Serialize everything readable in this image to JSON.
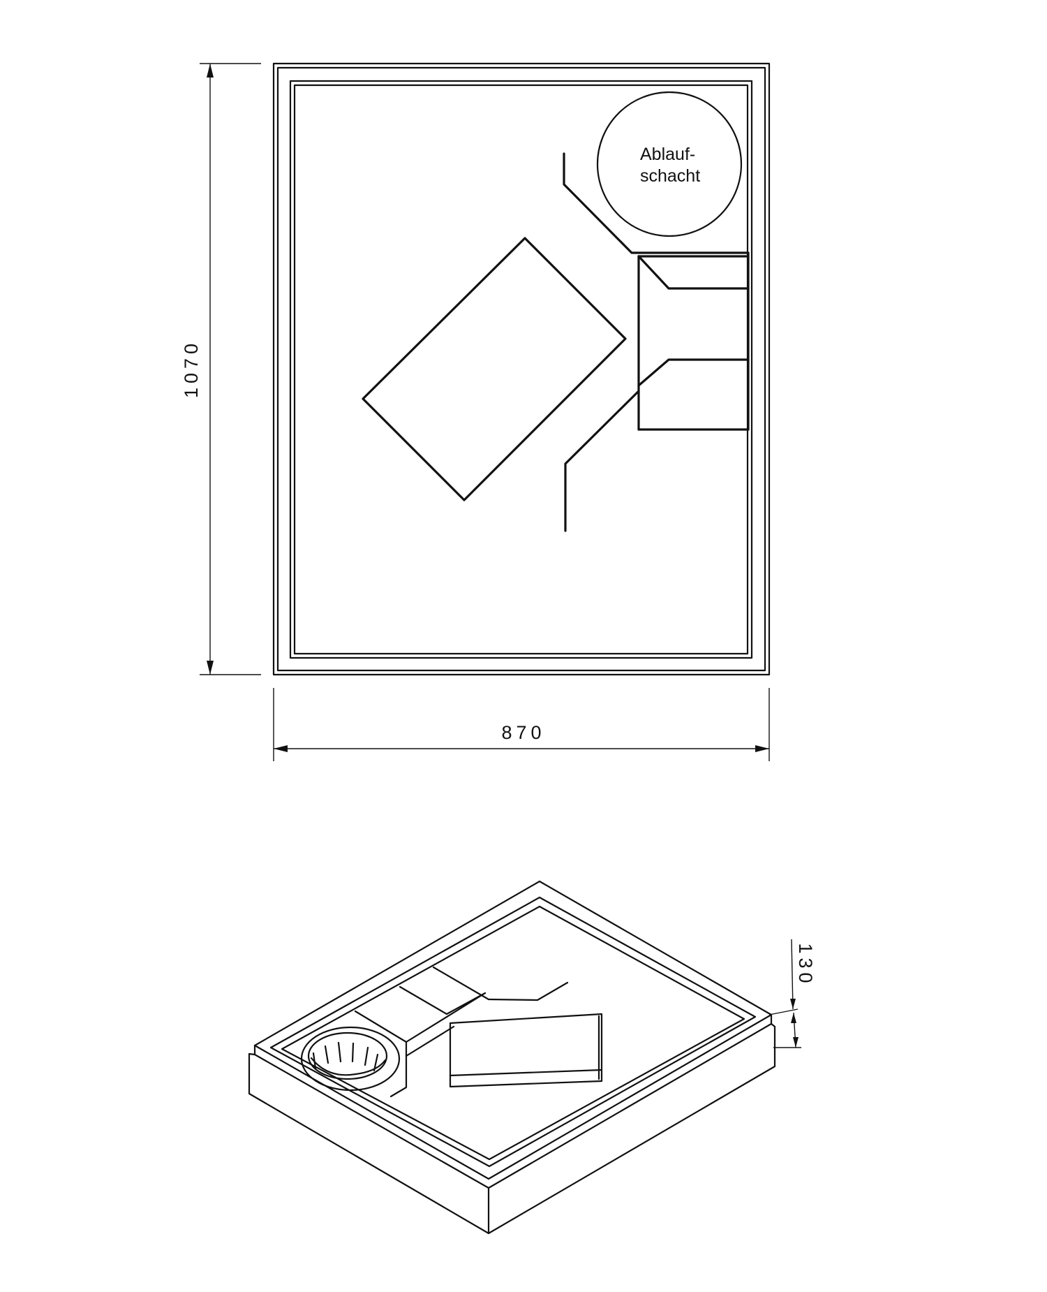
{
  "drawing": {
    "top_view": {
      "drain_label_line1": "Ablauf-",
      "drain_label_line2": "schacht",
      "height_dimension": "1070",
      "width_dimension": "870"
    },
    "iso_view": {
      "depth_dimension": "130"
    }
  }
}
